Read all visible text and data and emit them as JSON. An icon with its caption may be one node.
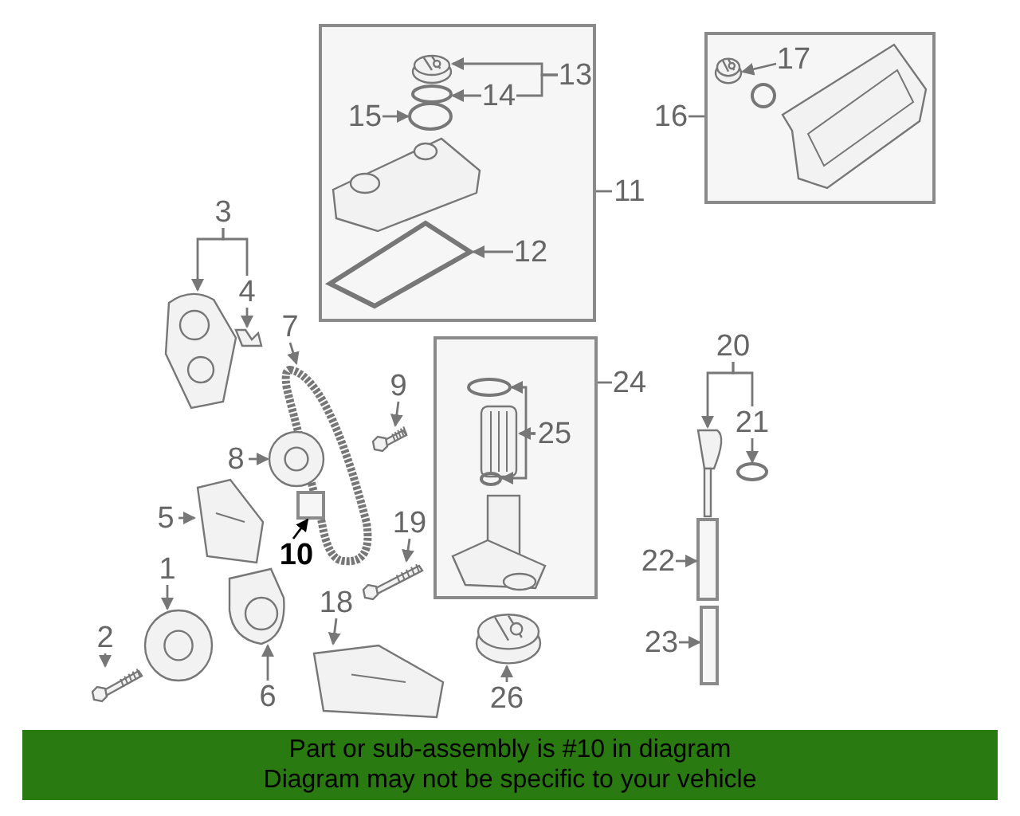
{
  "diagram": {
    "nodes": [
      {
        "text": [
          "1"
        ]
      },
      {
        "text": [],
        "shape": "picture"
      },
      {
        "text": [
          "2"
        ]
      },
      {
        "text": [],
        "shape": "picture"
      },
      {
        "text": [
          "3"
        ]
      },
      {
        "text": [],
        "shape": "picture"
      },
      {
        "text": [
          "4"
        ]
      },
      {
        "text": [],
        "shape": "picture"
      },
      {
        "text": [
          "5"
        ]
      },
      {
        "text": [],
        "shape": "picture"
      },
      {
        "text": [
          "6"
        ]
      },
      {
        "text": [],
        "shape": "picture"
      },
      {
        "text": [
          "7"
        ]
      },
      {
        "text": [],
        "shape": "picture"
      },
      {
        "text": [
          "8"
        ]
      },
      {
        "text": [],
        "shape": "picture"
      },
      {
        "text": [
          "9"
        ]
      },
      {
        "text": [],
        "shape": "picture"
      },
      {
        "text": [
          "10"
        ]
      },
      {
        "text": [],
        "shape": "box"
      },
      {
        "text": [],
        "shape": "box"
      },
      {
        "text": [
          "11"
        ]
      },
      {
        "text": [
          "12"
        ],
        "in": 20
      },
      {
        "text": [],
        "shape": "picture",
        "in": 20
      },
      {
        "text": [
          "13"
        ],
        "in": 20
      },
      {
        "text": [],
        "shape": "picture",
        "in": 20
      },
      {
        "text": [
          "14"
        ],
        "in": 20
      },
      {
        "text": [],
        "shape": "circle",
        "in": 20
      },
      {
        "text": [
          "15"
        ],
        "in": 20
      },
      {
        "text": [],
        "shape": "circle",
        "in": 20
      },
      {
        "text": [],
        "shape": "box"
      },
      {
        "text": [
          "16"
        ]
      },
      {
        "text": [
          "17"
        ],
        "in": 30
      },
      {
        "text": [],
        "shape": "picture",
        "in": 30
      },
      {
        "text": [
          "18"
        ]
      },
      {
        "text": [],
        "shape": "picture"
      },
      {
        "text": [
          "19"
        ]
      },
      {
        "text": [],
        "shape": "picture"
      },
      {
        "text": [
          "20"
        ]
      },
      {
        "text": [],
        "shape": "picture"
      },
      {
        "text": [
          "21"
        ]
      },
      {
        "text": [],
        "shape": "circle"
      },
      {
        "text": [
          "22"
        ]
      },
      {
        "text": [],
        "shape": "box"
      },
      {
        "text": [
          "23"
        ]
      },
      {
        "text": [],
        "shape": "box"
      },
      {
        "text": [],
        "shape": "box"
      },
      {
        "text": [
          "24"
        ]
      },
      {
        "text": [
          "25"
        ],
        "in": 46
      },
      {
        "text": [],
        "shape": "circle",
        "in": 46
      },
      {
        "text": [],
        "shape": "picture",
        "in": 46
      },
      {
        "text": [],
        "shape": "circle",
        "in": 46
      },
      {
        "text": [
          "26"
        ]
      },
      {
        "text": [],
        "shape": "picture"
      }
    ],
    "edges": [
      {
        "from": 0,
        "to": 1,
        "arrow": "to"
      },
      {
        "from": 2,
        "to": 3,
        "arrow": "to"
      },
      {
        "from": 4,
        "to": 5,
        "arrow": "to"
      },
      {
        "from": 4,
        "to": 6,
        "arrow": "none"
      },
      {
        "from": 6,
        "to": 7,
        "arrow": "to"
      },
      {
        "from": 8,
        "to": 9,
        "arrow": "to"
      },
      {
        "from": 10,
        "to": 11,
        "arrow": "to"
      },
      {
        "from": 12,
        "to": 13,
        "arrow": "to"
      },
      {
        "from": 14,
        "to": 15,
        "arrow": "to"
      },
      {
        "from": 16,
        "to": 17,
        "arrow": "to"
      },
      {
        "from": 18,
        "to": 19,
        "arrow": "to",
        "color": "#000000"
      },
      {
        "from": 21,
        "to": 20,
        "arrow": "none"
      },
      {
        "from": 22,
        "to": 23,
        "arrow": "to"
      },
      {
        "from": 24,
        "to": 25,
        "arrow": "to"
      },
      {
        "from": 24,
        "to": 26,
        "arrow": "none"
      },
      {
        "from": 26,
        "to": 27,
        "arrow": "to"
      },
      {
        "from": 28,
        "to": 29,
        "arrow": "to"
      },
      {
        "from": 31,
        "to": 30,
        "arrow": "none"
      },
      {
        "from": 32,
        "to": 33,
        "arrow": "to"
      },
      {
        "from": 34,
        "to": 35,
        "arrow": "to"
      },
      {
        "from": 36,
        "to": 37,
        "arrow": "to"
      },
      {
        "from": 38,
        "to": 39,
        "arrow": "to"
      },
      {
        "from": 38,
        "to": 40,
        "arrow": "none"
      },
      {
        "from": 40,
        "to": 41,
        "arrow": "to"
      },
      {
        "from": 42,
        "to": 43,
        "arrow": "to"
      },
      {
        "from": 44,
        "to": 45,
        "arrow": "to"
      },
      {
        "from": 47,
        "to": 46,
        "arrow": "none"
      },
      {
        "from": 48,
        "to": 49,
        "arrow": "to"
      },
      {
        "from": 48,
        "to": 50,
        "arrow": "to"
      },
      {
        "from": 48,
        "to": 51,
        "arrow": "to"
      },
      {
        "from": 52,
        "to": 53,
        "arrow": "to"
      }
    ],
    "labels": [
      "Part or sub-assembly is #10 in diagram",
      "Diagram may not be specific to your vehicle"
    ]
  }
}
